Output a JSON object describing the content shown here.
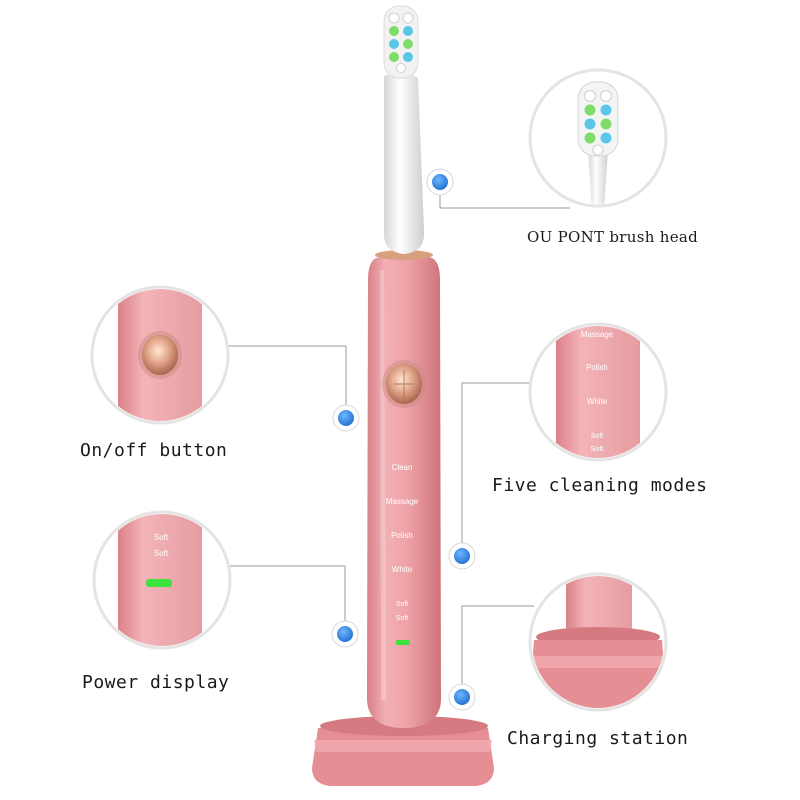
{
  "callouts": {
    "brush_head": "OU PONT brush head",
    "on_off": "On/off button",
    "cleaning_modes": "Five cleaning modes",
    "power_display": "Power display",
    "charging_station": "Charging station"
  },
  "handle_modes": [
    "Clean",
    "Massage",
    "Polish",
    "White",
    "Soft",
    "Soft"
  ],
  "zoom_modes": {
    "cleaning": [
      "Massage",
      "Polish",
      "White",
      "Soft",
      "Soft"
    ],
    "power": [
      "Soft",
      "Soft"
    ]
  },
  "colors": {
    "body_pink": "#e99a9f",
    "accent_gold": "#d8a07c",
    "marker_blue": "#2a84e0",
    "battery_green": "#3ee23e"
  }
}
